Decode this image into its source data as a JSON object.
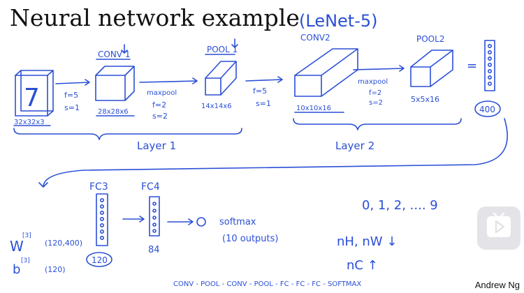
{
  "title": "Neural network example",
  "author": "Andrew Ng",
  "ink_color": "#2a4fd6",
  "annotations": {
    "model_name": "(LeNet-5)",
    "input_digit": "7",
    "input_dims": "32x32x3",
    "conv1_label": "CONV 1",
    "conv1_filter": "f=5",
    "conv1_stride": "s=1",
    "conv1_dims": "28x28x6",
    "maxpool1_label": "maxpool",
    "maxpool1_filter": "f=2",
    "maxpool1_stride": "s=2",
    "pool1_label": "POOL 1",
    "pool1_dims": "14x14x6",
    "conv2_filter": "f=5",
    "conv2_stride": "s=1",
    "conv2_label": "CONV2",
    "conv2_dims": "10x10x16",
    "maxpool2_label": "maxpool",
    "maxpool2_filter": "f=2",
    "maxpool2_stride": "s=2",
    "pool2_label": "POOL2",
    "pool2_dims": "5x5x16",
    "equals": "=",
    "flatten_size": "400",
    "layer1_label": "Layer 1",
    "layer2_label": "Layer 2",
    "fc3_label": "FC3",
    "fc4_label": "FC4",
    "fc3_size": "120",
    "fc4_size": "84",
    "w3_label": "W",
    "w3_superscript": "[3]",
    "w3_dims": "(120,400)",
    "b3_label": "b",
    "b3_superscript": "[3]",
    "b3_dims": "(120)",
    "softmax_label": "softmax",
    "softmax_outputs": "(10 outputs)",
    "outputs_list": "0, 1, 2, .... 9",
    "nh_nw": "nH, nW ↓",
    "nc": "nC ↑",
    "sequence": "CONV - POOL - CONV - POOL - FC - FC - FC - SOFTMAX"
  }
}
